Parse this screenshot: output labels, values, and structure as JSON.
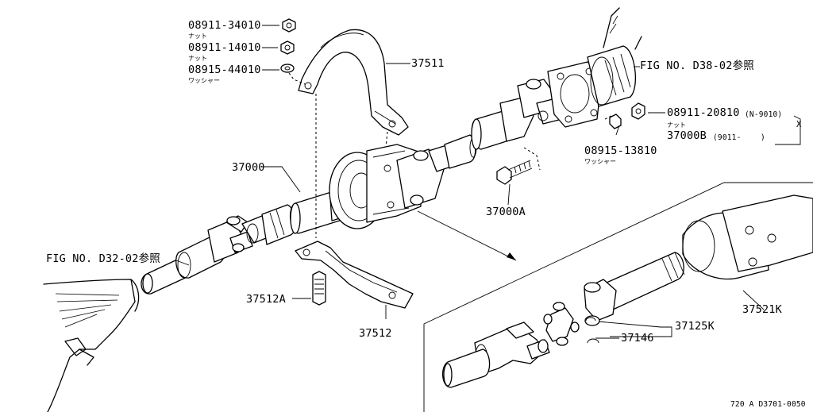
{
  "parts": {
    "nut_34010": {
      "number": "08911-34010",
      "caption": "ナット"
    },
    "nut_14010": {
      "number": "08911-14010",
      "caption": "ナット"
    },
    "washer_44010": {
      "number": "08915-44010",
      "caption": "ワッシャー"
    },
    "bracket_37511": {
      "number": "37511"
    },
    "shaft_37000": {
      "number": "37000"
    },
    "bolt_37000A": {
      "number": "37000A"
    },
    "bracket_37512": {
      "number": "37512"
    },
    "bolt_37512A": {
      "number": "37512A"
    },
    "nut_20810": {
      "number": "08911-20810",
      "caption": "ナット",
      "range": "(N-9010)"
    },
    "nut_37000B": {
      "number": "37000B",
      "range": "(9011-",
      "range_close": ")"
    },
    "washer_13810": {
      "number": "08915-13810",
      "caption": "ワッシャー"
    },
    "shaft_37521K": {
      "number": "37521K"
    },
    "spider_37125K": {
      "number": "37125K"
    },
    "snap_37146": {
      "number": "37146"
    },
    "x_mark": "X"
  },
  "refs": {
    "fig_d38": "FIG NO. D38-02参照",
    "fig_d32": "FIG NO. D32-02参照"
  },
  "footer": {
    "code": "720 A D3701-0050"
  }
}
